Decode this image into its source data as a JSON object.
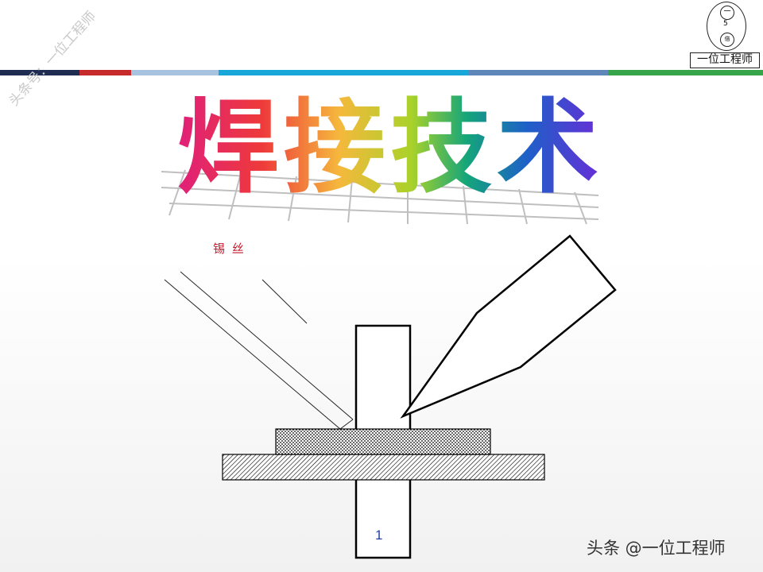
{
  "watermark_diagonal": "头条号：一位工程师",
  "logo": {
    "top_char": "一",
    "middle_char": "5",
    "bottom_char": "倍",
    "label": "一位工程师"
  },
  "title": "焊接技术",
  "labels": {
    "solder_wire": "锡 丝",
    "part_number": "1"
  },
  "watermark_bottom": "头条 @一位工程师",
  "colors": {
    "bar_navy": "#1f2d52",
    "bar_red": "#c62a2a",
    "bar_lightblue": "#a8c3e0",
    "bar_cyan": "#18a7d9",
    "bar_steel": "#5f86b8",
    "bar_green": "#37a44a",
    "solder_label": "#c0182a",
    "number_label": "#1f3fa0"
  }
}
